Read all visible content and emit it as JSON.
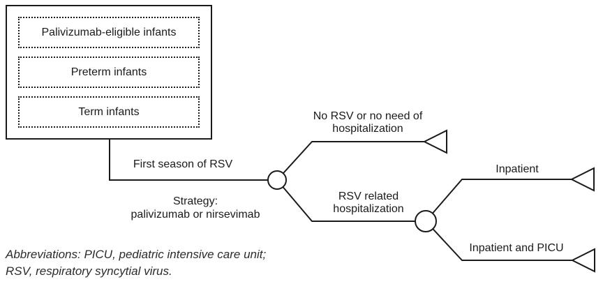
{
  "figure": {
    "population_box": {
      "items": [
        "Palivizumab-eligible infants",
        "Preterm infants",
        "Term infants"
      ]
    },
    "root_branch": {
      "label": "First season of RSV",
      "strategy_line1": "Strategy:",
      "strategy_line2": "palivizumab or nirsevimab"
    },
    "branches": {
      "no_rsv": {
        "line1": "No RSV or no need of",
        "line2": "hospitalization"
      },
      "rsv_hosp": {
        "line1": "RSV related",
        "line2": "hospitalization"
      },
      "inpatient": {
        "label": "Inpatient"
      },
      "inpatient_picu": {
        "label": "Inpatient and PICU"
      }
    },
    "footnote": {
      "line1": "Abbreviations: PICU, pediatric intensive care unit;",
      "line2": "RSV, respiratory syncytial virus."
    },
    "colors": {
      "line": "#1a1a1a",
      "text": "#1a1a1a",
      "background": "#ffffff"
    }
  }
}
